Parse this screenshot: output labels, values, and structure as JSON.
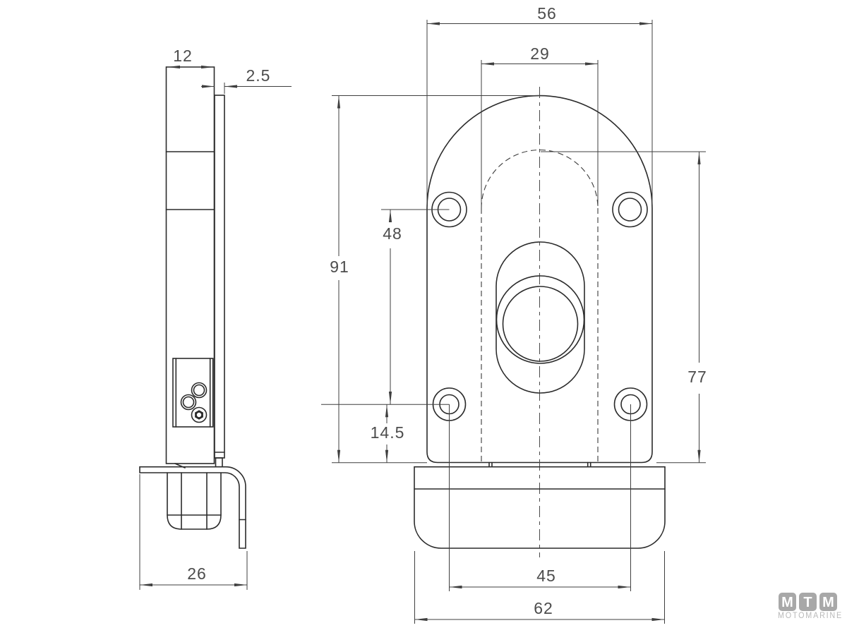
{
  "dimensions": {
    "side_width": "12",
    "plate_thickness": "2.5",
    "bracket_depth": "26",
    "overall_width": "56",
    "arch_width": "29",
    "overall_height": "91",
    "hole_vertical_spacing": "48",
    "bottom_hole_offset": "14.5",
    "body_height": "77",
    "hole_horizontal_spacing": "45",
    "base_width": "62"
  },
  "logo": {
    "tiles": [
      "M",
      "T",
      "M"
    ],
    "subtitle": "MOTOMARINE"
  }
}
